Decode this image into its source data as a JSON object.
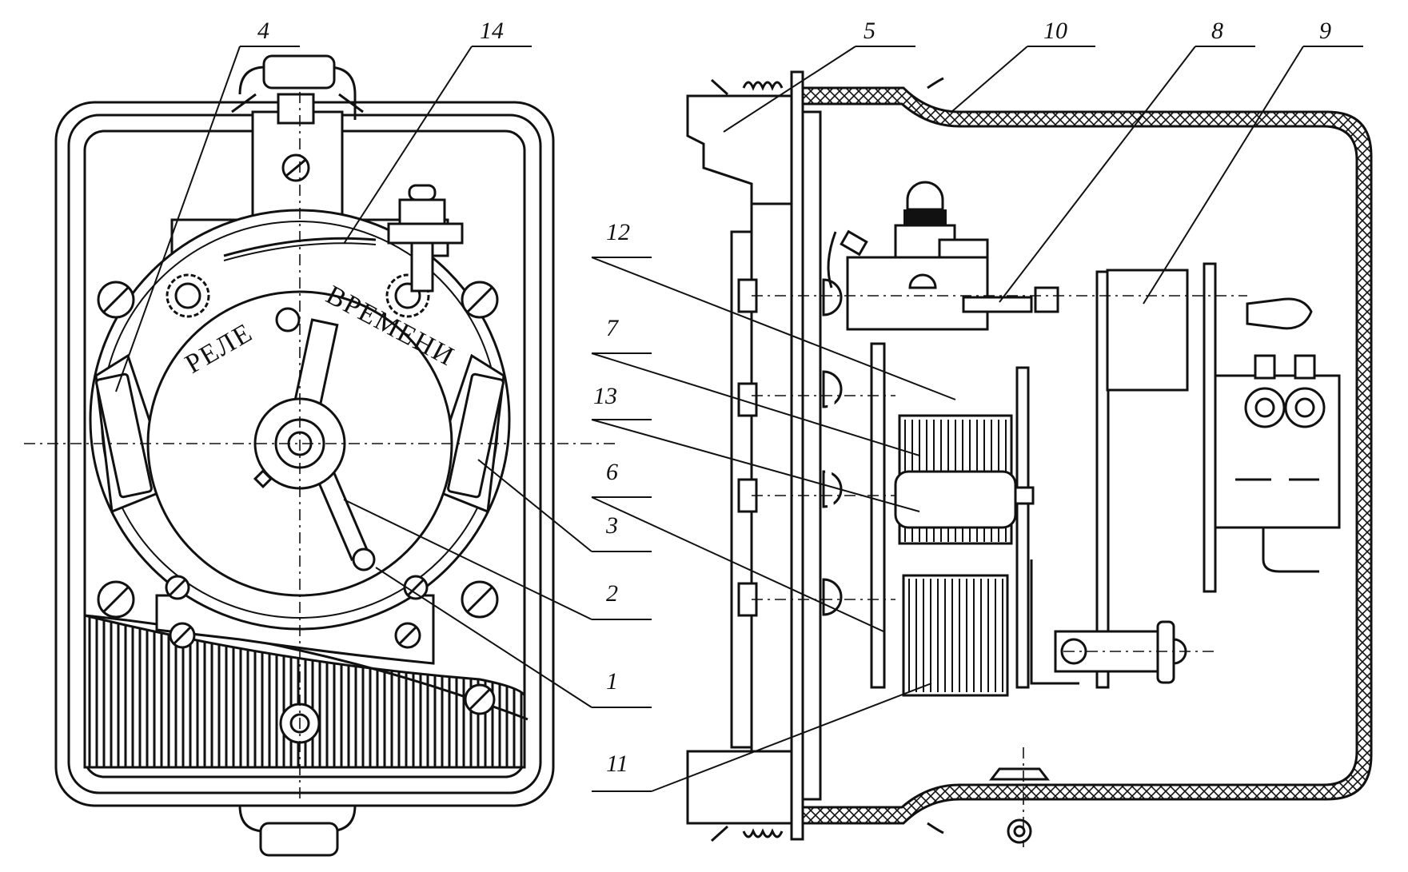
{
  "dial": {
    "word1": "РЕЛЕ",
    "word2": "ВРЕМЕНИ"
  },
  "callouts": {
    "c1": "1",
    "c2": "2",
    "c3": "3",
    "c4": "4",
    "c5": "5",
    "c6": "6",
    "c7": "7",
    "c8": "8",
    "c9": "9",
    "c10": "10",
    "c11": "11",
    "c12": "12",
    "c13": "13",
    "c14": "14"
  }
}
